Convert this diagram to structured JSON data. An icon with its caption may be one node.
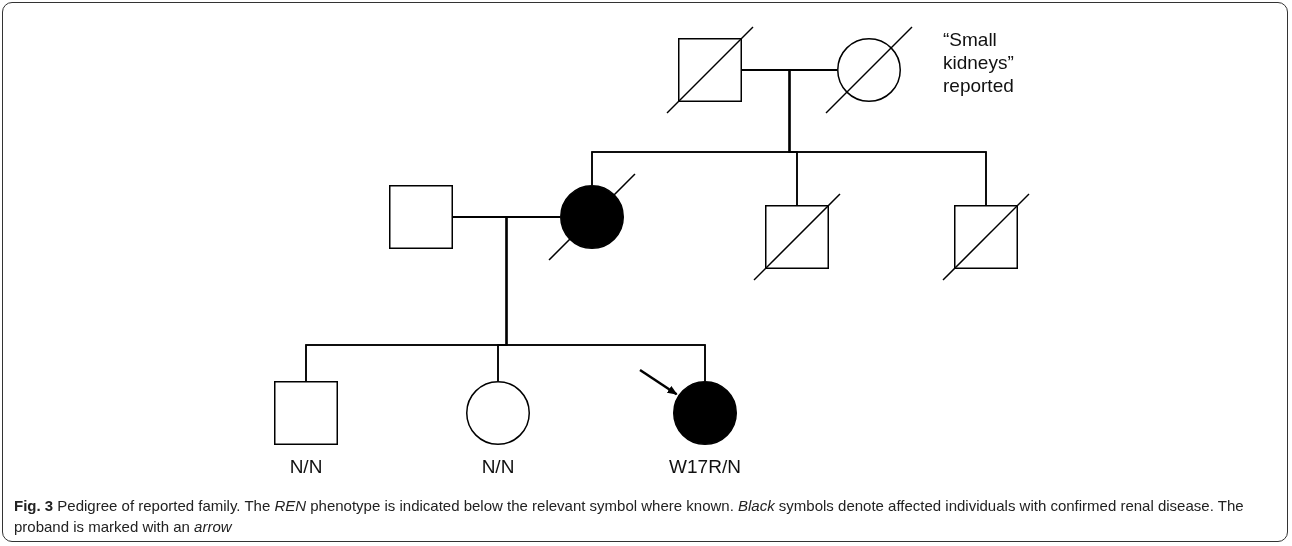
{
  "diagram": {
    "caption": "**Fig. 3** Pedigree of reported family. The *REN* phenotype is indicated below the relevant symbol where known. *Black* symbols denote affected individuals with confirmed renal disease. The proband is marked with an *arrow*",
    "nodes": [
      {
        "text": [],
        "shape": "slashed-box"
      },
      {
        "text": [],
        "shape": "slashed-circle",
        "beside": [
          "“Small kidneys” reported"
        ]
      },
      {
        "text": [],
        "shape": "box"
      },
      {
        "text": [],
        "shape": "slashed-filled-circle"
      },
      {
        "text": [],
        "shape": "slashed-box"
      },
      {
        "text": [],
        "shape": "slashed-box"
      },
      {
        "text": [],
        "shape": "box",
        "beside": [
          "N/N"
        ]
      },
      {
        "text": [],
        "shape": "circle",
        "beside": [
          "N/N"
        ]
      },
      {
        "text": [],
        "shape": "filled-circle",
        "beside": [
          "W17R/N"
        ]
      }
    ],
    "edges": [
      {
        "from": 0,
        "to": 1,
        "arrow": "none"
      },
      {
        "from": 0,
        "to": 3,
        "arrow": "none"
      },
      {
        "from": 1,
        "to": 3,
        "arrow": "none"
      },
      {
        "from": 0,
        "to": 4,
        "arrow": "none"
      },
      {
        "from": 1,
        "to": 4,
        "arrow": "none"
      },
      {
        "from": 0,
        "to": 5,
        "arrow": "none"
      },
      {
        "from": 1,
        "to": 5,
        "arrow": "none"
      },
      {
        "from": 2,
        "to": 3,
        "arrow": "none"
      },
      {
        "from": 2,
        "to": 6,
        "arrow": "none"
      },
      {
        "from": 3,
        "to": 6,
        "arrow": "none"
      },
      {
        "from": 2,
        "to": 7,
        "arrow": "none"
      },
      {
        "from": 3,
        "to": 7,
        "arrow": "none"
      },
      {
        "from": 2,
        "to": 8,
        "arrow": "none"
      },
      {
        "from": 3,
        "to": 8,
        "arrow": "none"
      },
      {
        "from": null,
        "to": 8,
        "arrow": "to"
      }
    ]
  }
}
